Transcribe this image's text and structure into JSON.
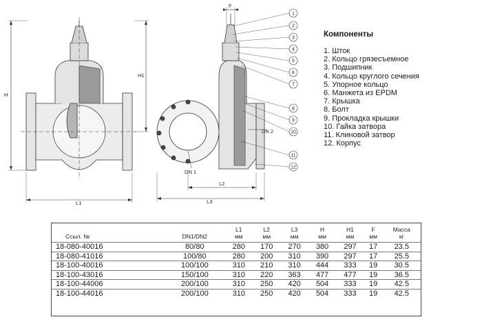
{
  "drawing": {
    "dim_labels": {
      "H": "H",
      "H1": "H1",
      "L1": "L1",
      "L2": "L2",
      "L3": "L3",
      "F": "F",
      "DN1": "DN 1",
      "DN2": "DN 2"
    },
    "callouts": [
      "1",
      "2",
      "3",
      "4",
      "5",
      "6",
      "7",
      "8",
      "9",
      "10",
      "11",
      "12"
    ]
  },
  "components": {
    "title": "Компоненты",
    "items": [
      "1. Шток",
      "2. Кольцо грязесъемное",
      "3. Подшипник",
      "4. Кольцо круглого сечения",
      "5. Упорное кольцо",
      "6. Манжета из EPDM",
      "7. Крышка",
      "8. Болт",
      "9. Прокладка крышки",
      "10. Гайка затвора",
      "11. Клиновой затвор",
      "12. Корпус"
    ]
  },
  "table": {
    "headers": [
      {
        "line1": "Ссыл. №",
        "line2": ""
      },
      {
        "line1": "DN1/DN2",
        "line2": ""
      },
      {
        "line1": "L1",
        "line2": "мм"
      },
      {
        "line1": "L2",
        "line2": "мм"
      },
      {
        "line1": "L3",
        "line2": "мм"
      },
      {
        "line1": "H",
        "line2": "мм"
      },
      {
        "line1": "H1",
        "line2": "мм"
      },
      {
        "line1": "F",
        "line2": "мм"
      },
      {
        "line1": "Масса",
        "line2": "кг"
      }
    ],
    "rows": [
      [
        "18-080-40016",
        "80/80",
        "280",
        "170",
        "270",
        "380",
        "297",
        "17",
        "23.5"
      ],
      [
        "18-080-41016",
        "100/80",
        "280",
        "200",
        "310",
        "390",
        "297",
        "17",
        "25.5"
      ],
      [
        "18-100-40016",
        "100/100",
        "310",
        "210",
        "310",
        "444",
        "333",
        "19",
        "30.5"
      ],
      [
        "18-100-43016",
        "150/100",
        "310",
        "220",
        "363",
        "477",
        "477",
        "19",
        "36.5"
      ],
      [
        "18-100-44006",
        "200/100",
        "310",
        "250",
        "420",
        "504",
        "333",
        "19",
        "42.5"
      ],
      [
        "18-100-44016",
        "200/100",
        "310",
        "250",
        "420",
        "504",
        "333",
        "19",
        "42.5"
      ]
    ]
  }
}
